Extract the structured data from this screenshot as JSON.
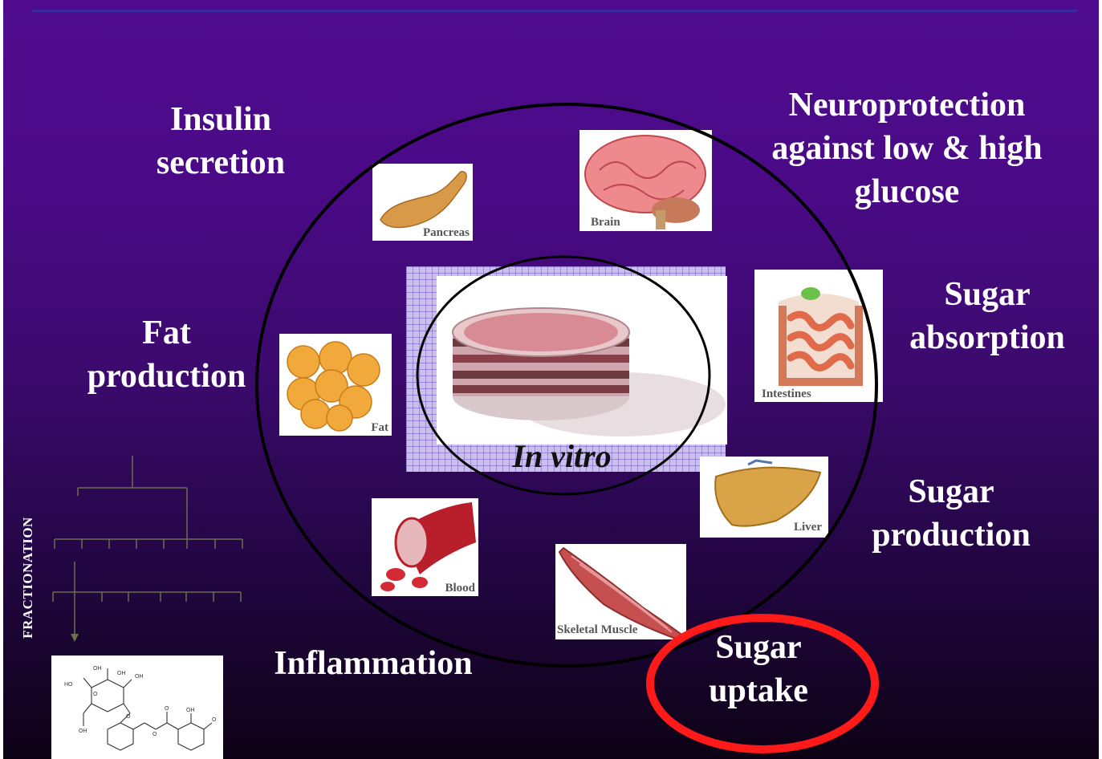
{
  "outcomes": {
    "insulin": [
      "Insulin",
      "secretion"
    ],
    "neuro": [
      "Neuroprotection",
      "against low & high",
      "glucose"
    ],
    "absorption": [
      "Sugar",
      "absorption"
    ],
    "fat": [
      "Fat",
      "production"
    ],
    "production": [
      "Sugar",
      "production"
    ],
    "inflammation": "Inflammation",
    "uptake": [
      "Sugar",
      "uptake"
    ]
  },
  "tissues": {
    "pancreas": "Pancreas",
    "brain": "Brain",
    "intestines": "Intestines",
    "fat": "Fat",
    "liver": "Liver",
    "blood": "Blood",
    "muscle": "Skeletal Muscle"
  },
  "center": "In vitro",
  "side_label": "FRACTIONATION",
  "molecule_atoms": [
    "OH",
    "HO",
    "OH",
    "OH",
    "O",
    "O",
    "OH",
    "O",
    "O",
    "OH",
    "O"
  ],
  "colors": {
    "background": "#4f0c8f",
    "highlight": "#ff1a1a",
    "ring": "#000000"
  }
}
